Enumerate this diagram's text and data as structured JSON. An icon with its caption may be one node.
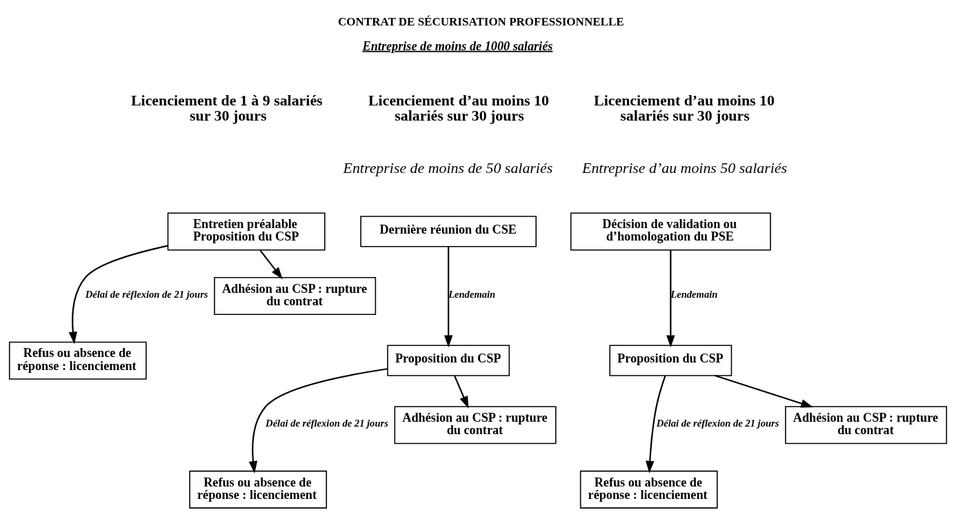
{
  "diagram": {
    "title": "CONTRAT DE SÉCURISATION PROFESSIONNELLE",
    "nodes": [
      {
        "text": [
          "Entretien préalable Proposition du CSP"
        ]
      },
      {
        "text": [
          "Refus ou absence de réponse : licenciement"
        ]
      },
      {
        "text": [
          "Adhésion au CSP : rupture du contrat"
        ]
      },
      {
        "text": [
          "Dernière réunion du CSE"
        ]
      },
      {
        "text": [
          "Proposition du CSP"
        ]
      },
      {
        "text": [
          "Refus ou absence de réponse : licenciement"
        ]
      },
      {
        "text": [
          "Adhésion au CSP : rupture du contrat"
        ]
      },
      {
        "text": [
          "Décision de validation ou d’homologation du PSE"
        ]
      },
      {
        "text": [
          "Proposition du CSP"
        ]
      },
      {
        "text": [
          "Refus ou absence de réponse : licenciement"
        ]
      },
      {
        "text": [
          "Adhésion au CSP : rupture du contrat"
        ]
      }
    ],
    "edges": [
      {
        "from": 0,
        "to": 1,
        "arrow": "to",
        "label": "Délai de réflexion de 21 jours"
      },
      {
        "from": 0,
        "to": 2,
        "arrow": "to"
      },
      {
        "from": 3,
        "to": 4,
        "arrow": "to",
        "label": "Lendemain"
      },
      {
        "from": 4,
        "to": 5,
        "arrow": "to",
        "label": "Délai de réflexion de 21 jours"
      },
      {
        "from": 4,
        "to": 6,
        "arrow": "to"
      },
      {
        "from": 7,
        "to": 8,
        "arrow": "to",
        "label": "Lendemain"
      },
      {
        "from": 8,
        "to": 9,
        "arrow": "to",
        "label": "Délai de réflexion de 21 jours"
      },
      {
        "from": 8,
        "to": 10,
        "arrow": "to"
      }
    ],
    "labels": [
      "Entreprise de moins de 1000 salariés",
      "Licenciement de 1 à 9 salariés sur 30 jours",
      "Licenciement d’au moins 10 salariés sur 30 jours",
      "Entreprise de moins de 50 salariés",
      "Licenciement d’au moins 10 salariés sur 30 jours",
      "Entreprise d’au moins 50 salariés"
    ]
  }
}
